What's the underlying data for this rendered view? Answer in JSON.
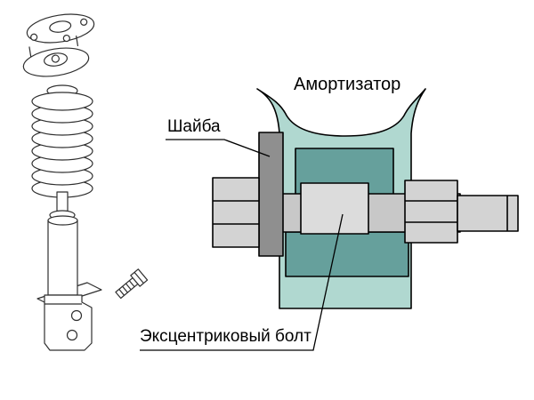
{
  "diagram": {
    "labels": {
      "shock_absorber": "Амортизатор",
      "washer": "Шайба",
      "eccentric_bolt": "Эксцентриковый болт"
    },
    "colors": {
      "background": "#ffffff",
      "bracket_light": "#b0d8d0",
      "bushing_dark": "#66a09c",
      "washer_gray": "#8f8f8f",
      "bolt_shaft_gray": "#c8c8c8",
      "cam_gray": "#dcdcdc",
      "hardware_gray": "#d3d3d3",
      "outline": "#000000",
      "sketch_line": "#2f2f2f"
    }
  }
}
